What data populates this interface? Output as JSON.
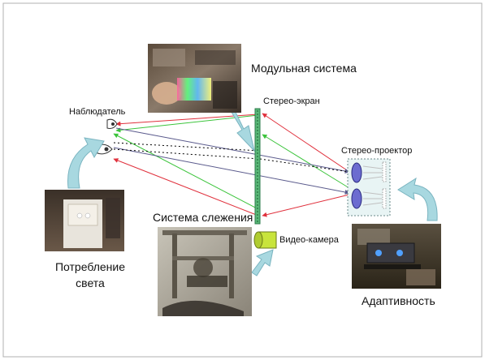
{
  "labels": {
    "modular": "Модульная система",
    "stereo_screen": "Стерео-экран",
    "observer": "Наблюдатель",
    "stereo_projector": "Стерео-проектор",
    "tracking": "Система слежения",
    "video_camera": "Видео-камера",
    "consumption_line1": "Потребление",
    "consumption_line2": "света",
    "adaptivity": "Адаптивность"
  },
  "colors": {
    "ray_red": "#e0303c",
    "ray_green": "#3cc43c",
    "ray_blue": "#5a5a8c",
    "ray_black": "#000000",
    "big_arrow": "#a8d8e0",
    "screen_green": "#5ab878",
    "lens_fill": "#6c6cd0",
    "camera_body": "#c8e43c",
    "projector_box": "#e8f4f4"
  },
  "icons": {
    "eye": "eye-icon",
    "camera": "camera-icon",
    "lens": "lens-icon"
  }
}
